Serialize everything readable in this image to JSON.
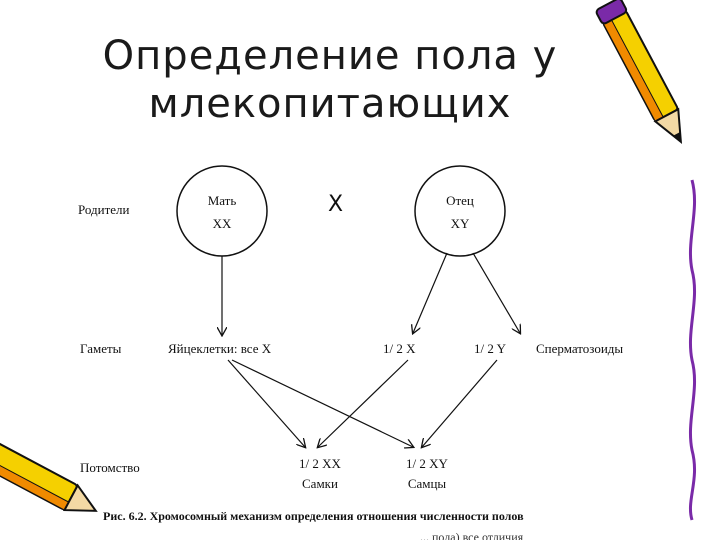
{
  "slide": {
    "title_line1": "Определение пола у",
    "title_line2": "млекопитающих"
  },
  "diagram": {
    "row_parents": "Родители",
    "row_gametes": "Гаметы",
    "row_offspring": "Потомство",
    "cross_symbol": "X",
    "mother_name": "Мать",
    "mother_genotype": "XX",
    "father_name": "Отец",
    "father_genotype": "XY",
    "eggs_label": "Яйцеклетки: все X",
    "sperm_x": "1/ 2 X",
    "sperm_y": "1/ 2  Y",
    "sperm_label": "Сперматозоиды",
    "offspring_xx": "1/ 2 XX",
    "offspring_xx_sex": "Самки",
    "offspring_xy": "1/ 2 XY",
    "offspring_xy_sex": "Самцы"
  },
  "caption": "Рис. 6.2. Хромосомный механизм определения отношения численности полов",
  "cut_text": "... пола) все отличия",
  "colors": {
    "pencil_yellow": "#f5d000",
    "pencil_orange": "#f08a00",
    "pencil_purple": "#7a2aa8",
    "line": "#111111"
  },
  "icons": [
    "pencil-icon-top-right",
    "pencil-icon-bottom-left",
    "wavy-border-right"
  ]
}
